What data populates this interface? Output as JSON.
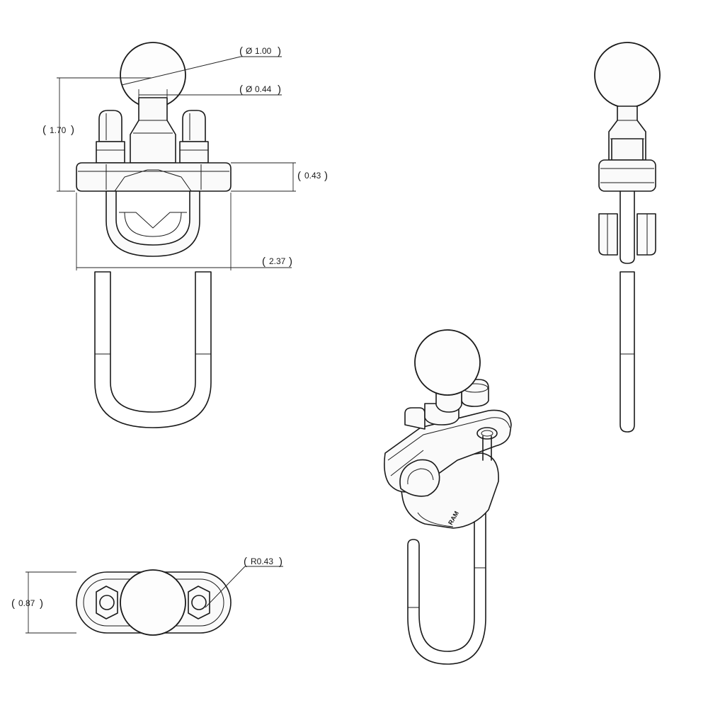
{
  "dimensions": {
    "ball_diameter": "1.00",
    "neck_diameter": "0.44",
    "height": "1.70",
    "plate_thickness": "0.43",
    "width": "2.37",
    "radius": "R0.43",
    "depth": "0.87"
  },
  "symbols": {
    "diameter": "Ø",
    "open_paren": "(",
    "close_paren": ")"
  }
}
